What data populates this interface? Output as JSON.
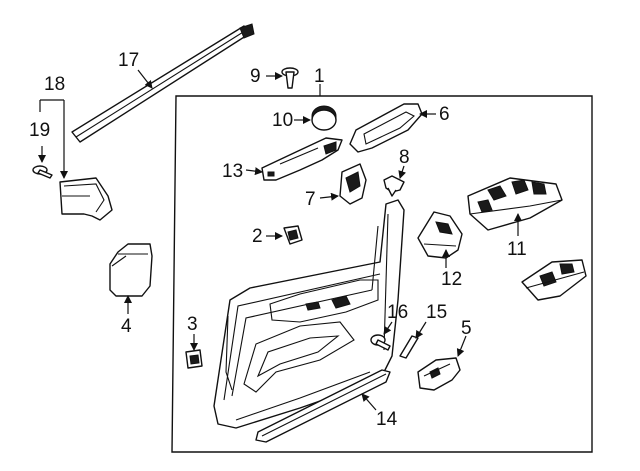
{
  "diagram": {
    "callouts": {
      "c1": "1",
      "c2": "2",
      "c3": "3",
      "c4": "4",
      "c5": "5",
      "c6": "6",
      "c7": "7",
      "c8": "8",
      "c9": "9",
      "c10": "10",
      "c11": "11",
      "c12": "12",
      "c13": "13",
      "c14": "14",
      "c15": "15",
      "c16": "16",
      "c17": "17",
      "c18": "18",
      "c19": "19"
    },
    "colors": {
      "ink": "#111111",
      "background": "#ffffff",
      "fill_dark": "#1a1a1a"
    }
  }
}
